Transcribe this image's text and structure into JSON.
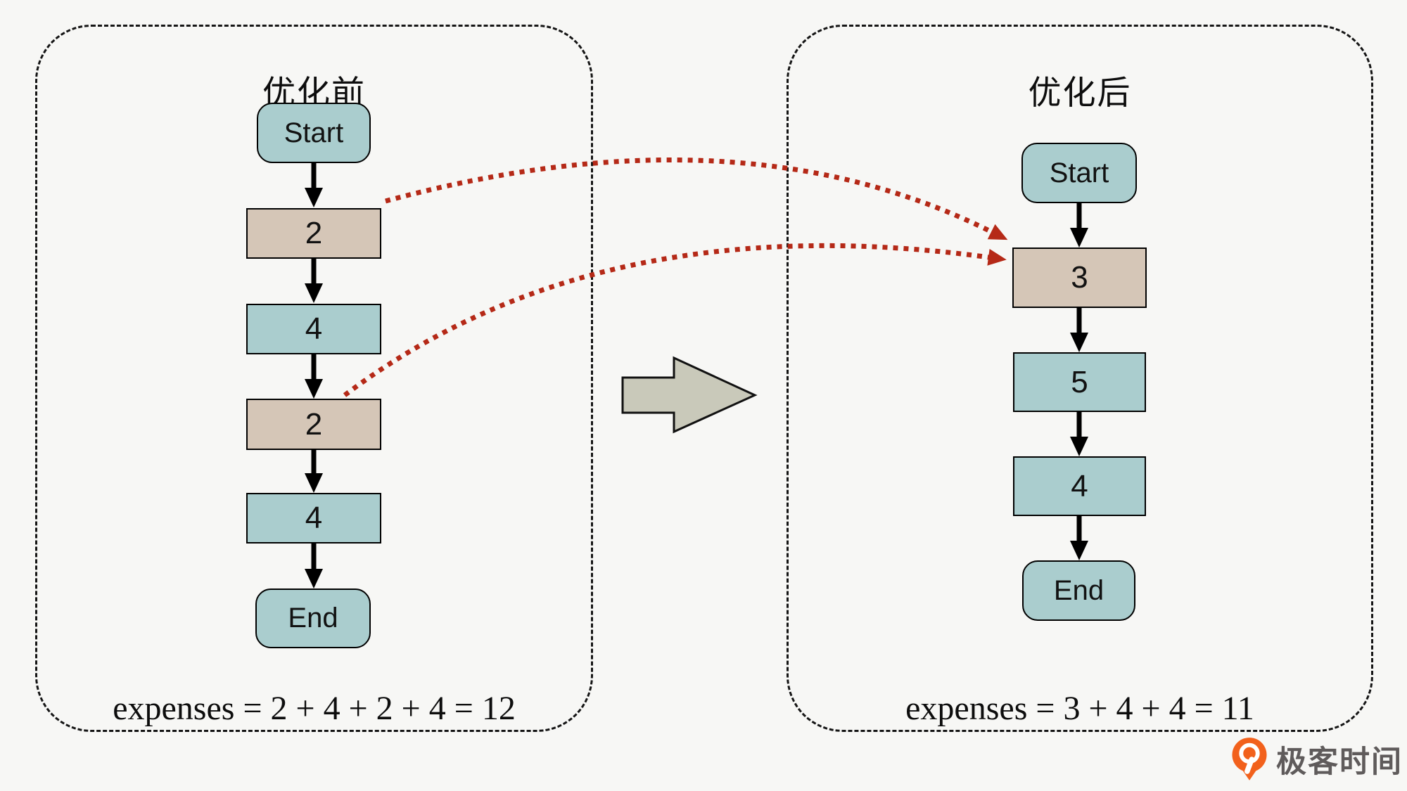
{
  "colors": {
    "background": "#f7f7f5",
    "node_teal": "#aacdce",
    "node_tan": "#d5c6b7",
    "node_border": "#000000",
    "dotted_arrow_red": "#b52917",
    "big_arrow_gray": "#c9c9ba",
    "panel_border": "#151515",
    "logo_orange": "#f2611c",
    "logo_text_gray": "#5f5b5b"
  },
  "left_panel": {
    "title": "优化前",
    "nodes": [
      {
        "label": "Start"
      },
      {
        "label": "2"
      },
      {
        "label": "4"
      },
      {
        "label": "2"
      },
      {
        "label": "4"
      },
      {
        "label": "End"
      }
    ],
    "expenses": "expenses = 2 + 4 + 2 + 4 = 12"
  },
  "right_panel": {
    "title": "优化后",
    "nodes": [
      {
        "label": "Start"
      },
      {
        "label": "3"
      },
      {
        "label": "5"
      },
      {
        "label": "4"
      },
      {
        "label": "End"
      }
    ],
    "expenses": "expenses = 3 + 4 + 4 = 11"
  },
  "logo": {
    "text": "极客时间"
  }
}
